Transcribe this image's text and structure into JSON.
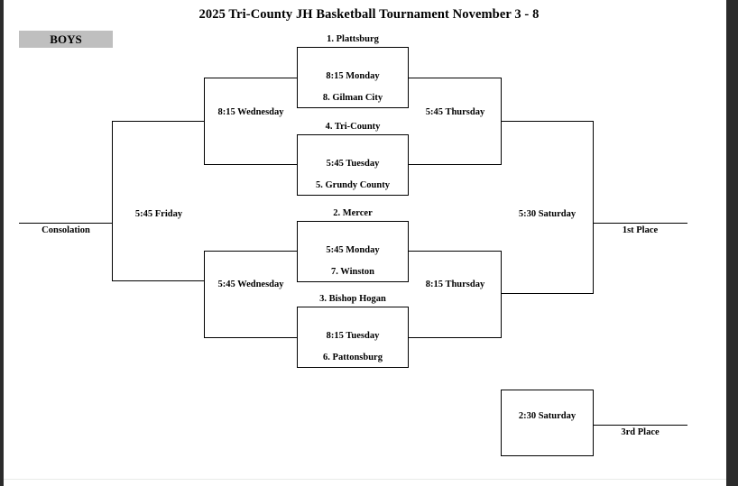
{
  "document": {
    "title": "2025 Tri-County JH Basketball Tournament November 3 - 8",
    "division_label": "BOYS",
    "accent_color": "#bfbfbf",
    "line_color": "#000000",
    "background_color": "#ffffff"
  },
  "first_round": [
    {
      "id": "game-1",
      "top_seed": "1. Plattsburg",
      "time": "8:15 Monday",
      "bottom_seed": "8. Gilman City"
    },
    {
      "id": "game-2",
      "top_seed": "4. Tri-County",
      "time": "5:45 Tuesday",
      "bottom_seed": "5. Grundy County"
    },
    {
      "id": "game-3",
      "top_seed": "2. Mercer",
      "time": "5:45 Monday",
      "bottom_seed": "7. Winston"
    },
    {
      "id": "game-4",
      "top_seed": "3. Bishop Hogan",
      "time": "8:15 Tuesday",
      "bottom_seed": "6. Pattonsburg"
    }
  ],
  "quarterfinals": [
    {
      "id": "wednesday-upper",
      "time": "8:15  Wednesday"
    },
    {
      "id": "wednesday-lower",
      "time": "5:45  Wednesday"
    }
  ],
  "semifinals": [
    {
      "id": "thursday-upper",
      "time": "5:45  Thursday"
    },
    {
      "id": "thursday-lower",
      "time": "8:15  Thursday"
    }
  ],
  "championship": {
    "id": "championship",
    "time": "5:30  Saturday",
    "outcome": "1st Place"
  },
  "consolation": {
    "id": "consolation",
    "time": "5:45  Friday",
    "outcome": "Consolation"
  },
  "third_place": {
    "id": "third-place",
    "time": "2:30  Saturday",
    "outcome": "3rd Place"
  }
}
